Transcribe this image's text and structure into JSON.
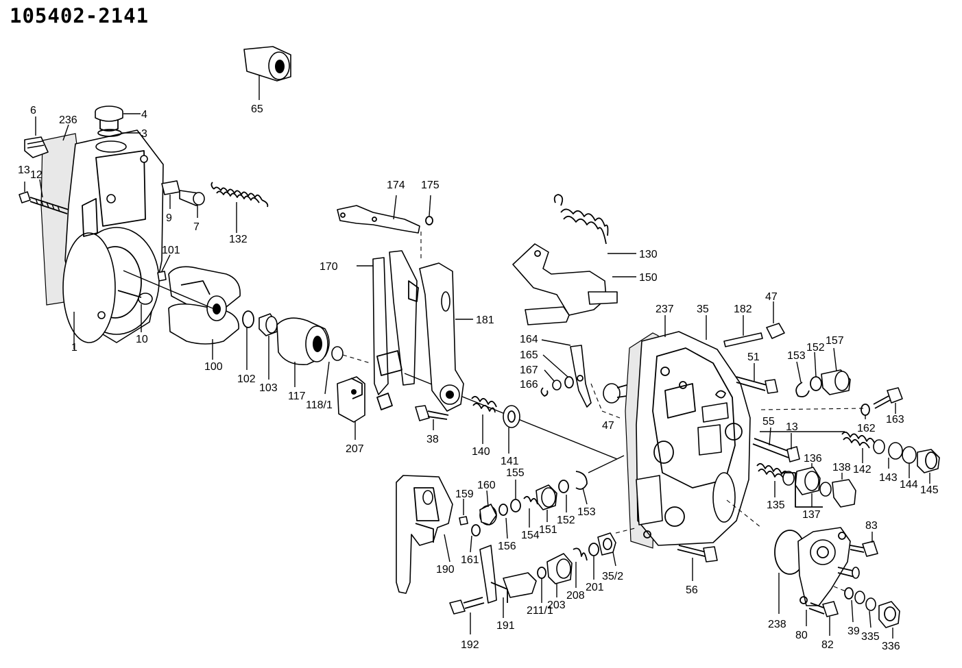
{
  "drawing_number": "105402-2141",
  "labels": {
    "p65": "65",
    "p4": "4",
    "p3": "3",
    "p6": "6",
    "p236": "236",
    "p13a": "13",
    "p12": "12",
    "p9": "9",
    "p7": "7",
    "p132": "132",
    "p101": "101",
    "p10": "10",
    "p1": "1",
    "p100": "100",
    "p102": "102",
    "p103": "103",
    "p117": "117",
    "p118_1": "118/1",
    "p207": "207",
    "p38": "38",
    "p174": "174",
    "p175": "175",
    "p170": "170",
    "p181": "181",
    "p140": "140",
    "p141": "141",
    "p130": "130",
    "p150": "150",
    "p164": "164",
    "p165": "165",
    "p167": "167",
    "p166": "166",
    "p47a": "47",
    "p237": "237",
    "p35": "35",
    "p182": "182",
    "p47b": "47",
    "p51": "51",
    "p153a": "153",
    "p152a": "152",
    "p157": "157",
    "p55": "55",
    "p13b": "13",
    "p162": "162",
    "p163": "163",
    "p136": "136",
    "p138": "138",
    "p142": "142",
    "p143": "143",
    "p144": "144",
    "p145": "145",
    "p135": "135",
    "p137": "137",
    "p159": "159",
    "p160": "160",
    "p155": "155",
    "p161": "161",
    "p156": "156",
    "p154": "154",
    "p151": "151",
    "p152b": "152",
    "p153b": "153",
    "p190": "190",
    "p192": "192",
    "p191": "191",
    "p211_1": "211/1",
    "p203": "203",
    "p208": "208",
    "p201": "201",
    "p35_2": "35/2",
    "p56": "56",
    "p238": "238",
    "p80": "80",
    "p83": "83",
    "p82": "82",
    "p39": "39",
    "p335": "335",
    "p336": "336"
  }
}
